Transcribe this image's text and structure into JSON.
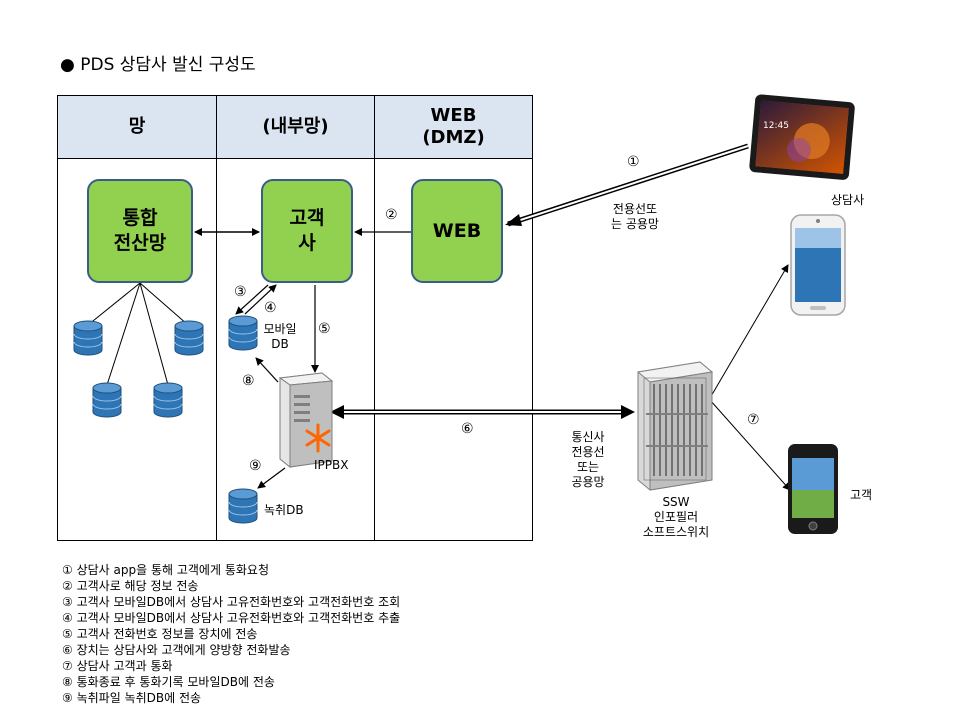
{
  "title": "● PDS 상담사 발신 구성도",
  "columns": [
    {
      "label": "망"
    },
    {
      "label": "(내부망)"
    },
    {
      "label": "WEB\n(DMZ)"
    }
  ],
  "boxes": {
    "integrated": "통합\n전산망",
    "customer_company": "고객\n사",
    "web": "WEB"
  },
  "labels": {
    "mobile_db": "모바일\nDB",
    "ippbx": "IPPBX",
    "record_db": "녹취DB",
    "line_agent": "전용선또\n는 공용망",
    "line_ssw": "통신사\n전용선\n또는\n공용망",
    "ssw": "SSW\n인포필러\n소프트스위치",
    "agent": "상담사",
    "customer": "고객"
  },
  "step_markers": {
    "s1": "①",
    "s2": "②",
    "s3": "③",
    "s4": "④",
    "s5": "⑤",
    "s6": "⑥",
    "s7": "⑦",
    "s8": "⑧",
    "s9": "⑨"
  },
  "legend": [
    "① 상담사 app을 통해 고객에게 통화요청",
    "② 고객사로 해당 정보 전송",
    "③ 고객사 모바일DB에서 상담사 고유전화번호와 고객전화번호 조회",
    "④ 고객사 모바일DB에서 상담사 고유전화번호와 고객전화번호 추출",
    "⑤ 고객사 전화번호 정보를 장치에 전송",
    "⑥ 장치는 상담사와 고객에게 양방향 전화발송",
    "⑦ 상담사 고객과 통화",
    "⑧ 통화종료 후 통화기록 모바일DB에 전송",
    "⑨ 녹취파일 녹취DB에 전송"
  ],
  "icons": [
    "database-icon",
    "server-icon",
    "tablet-icon",
    "smartphone-icon",
    "iphone-icon",
    "switch-rack-icon"
  ],
  "colors": {
    "header_bg": "#dbe5f1",
    "box_fill": "#92d050",
    "box_border": "#385d8a",
    "db_blue": "#2e75b6",
    "asterisk": "#ff6600"
  }
}
